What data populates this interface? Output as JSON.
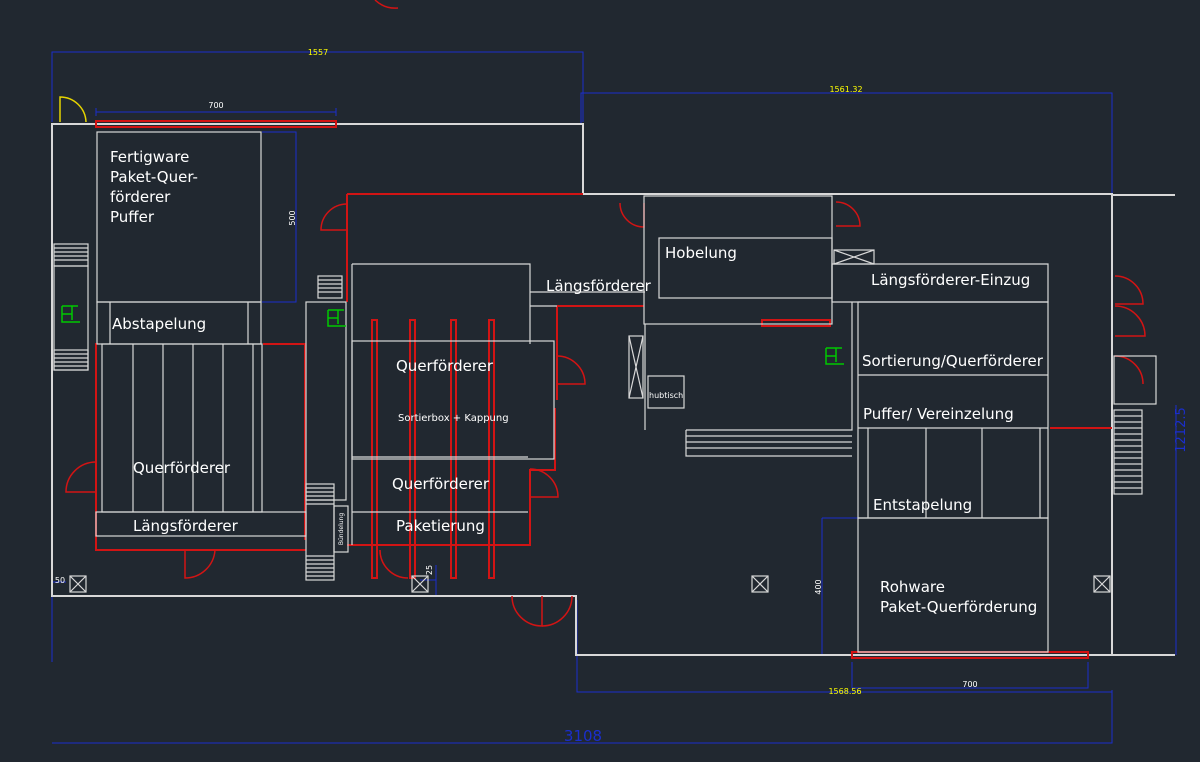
{
  "title": "",
  "labels": {
    "fertigware": "Fertigware",
    "paket_quer": "Paket-Quer-",
    "foerderer_1": "förderer",
    "puffer": "Puffer",
    "abstapelung": "Abstapelung",
    "querfoerderer_left": "Querförderer",
    "laengsfoerderer_left": "Längsförderer",
    "laengsfoerderer_mid": "Längsförderer",
    "querfoerderer_mid_top": "Querförderer",
    "sortierbox": "Sortierbox + Kappung",
    "querfoerderer_mid_bottom": "Querförderer",
    "paketierung": "Paketierung",
    "buendelung": "Bündelung",
    "hobelung": "Hobelung",
    "hubtisch": "hubtisch",
    "laengsfoerderer_einzug": "Längsförderer-Einzug",
    "sortierung": "Sortierung/Querförderer",
    "puffer_vereinzelung": "Puffer/ Vereinzelung",
    "entstapelung": "Entstapelung",
    "rohware": "Rohware",
    "rohware_paket": "Paket-Querförderung"
  },
  "dimensions": {
    "top_left": "1557",
    "top_right": "1561.32",
    "door_top": "700",
    "vertical_500": "500",
    "bottom_right": "1568.56",
    "door_bottom": "700",
    "total": "3108",
    "right_vertical": "1212.5",
    "v400": "400",
    "d50": "50",
    "d25": "25"
  },
  "colors": {
    "background": "#212830",
    "walls": "#d8d8d8",
    "dimension": "#1a2ecc",
    "red": "#d21414",
    "green": "#00c800",
    "door_yellow": "#e6d400"
  }
}
